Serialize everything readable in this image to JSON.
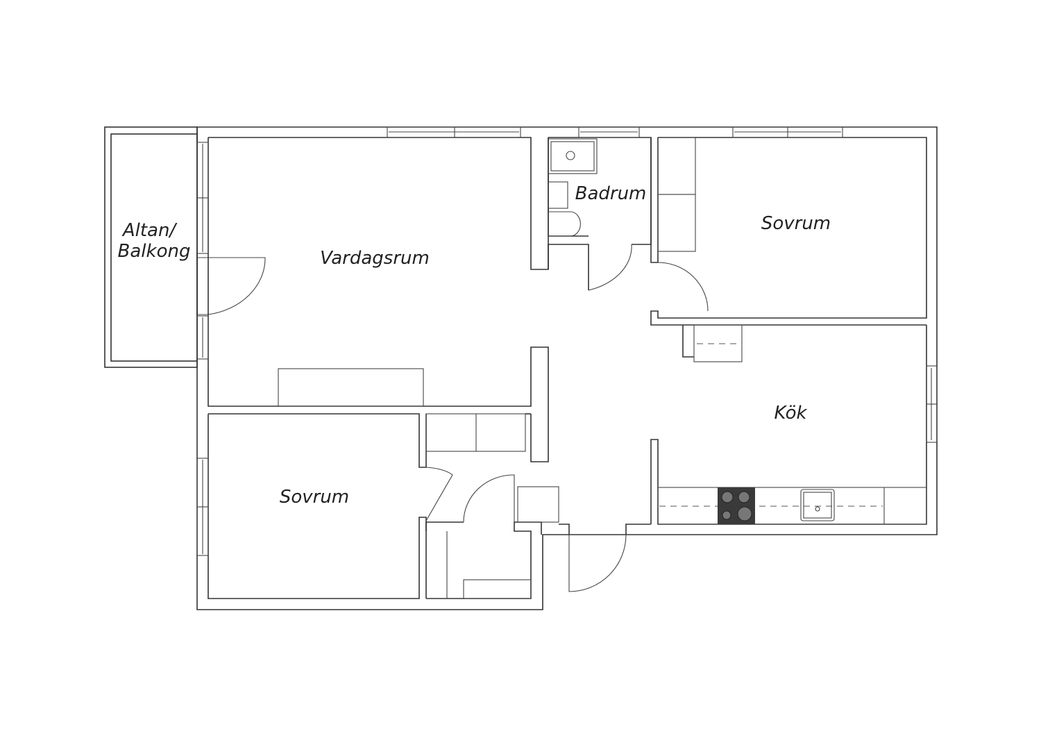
{
  "plan": {
    "rooms": {
      "balcony_line1": "Altan/",
      "balcony_line2": "Balkong",
      "living": "Vardagsrum",
      "bath": "Badrum",
      "bedroom_top": "Sovrum",
      "kitchen": "Kök",
      "bedroom_bottom": "Sovrum"
    },
    "colors": {
      "wall": "#333333",
      "stove": "#3a3a3a",
      "burner": "#777777"
    }
  }
}
